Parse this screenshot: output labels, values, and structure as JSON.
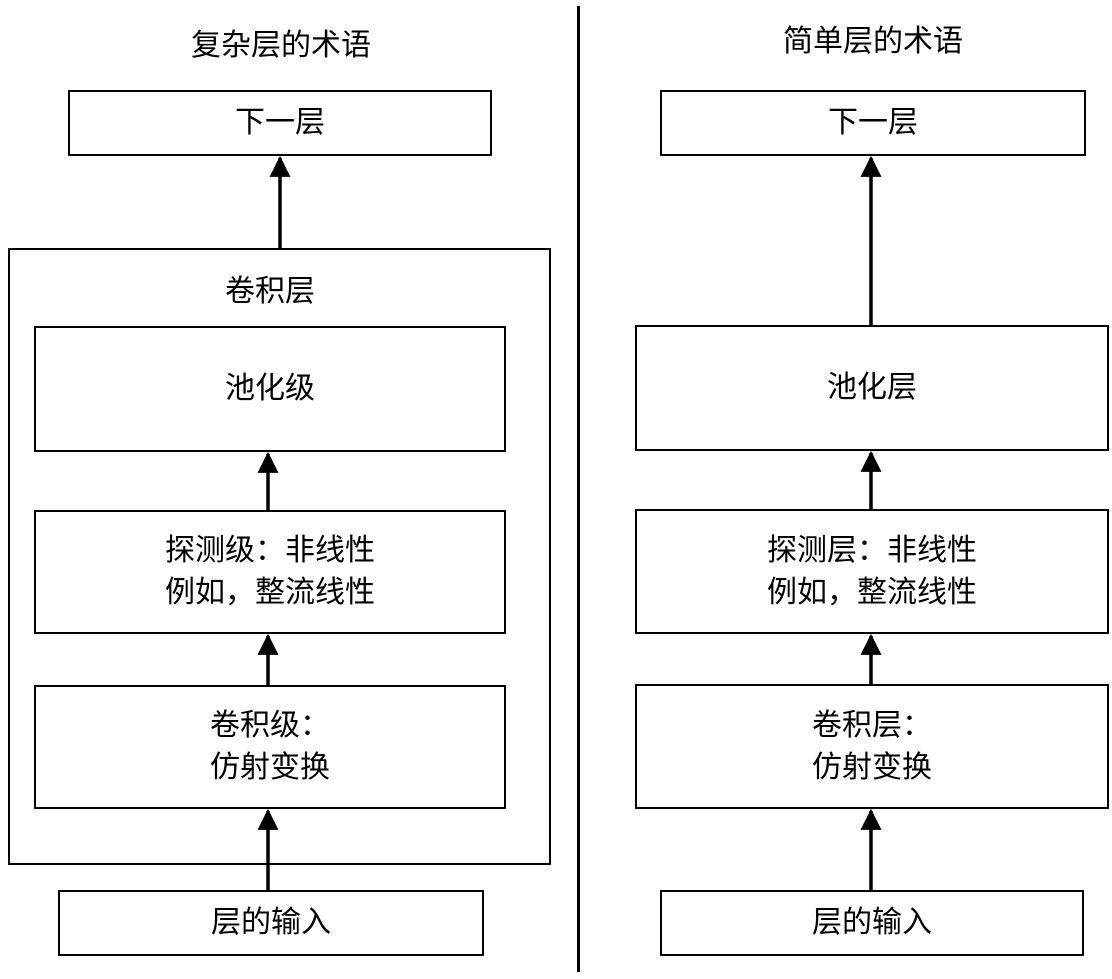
{
  "left": {
    "title": "复杂层的术语",
    "next_layer": "下一层",
    "group_label": "卷积层",
    "pooling": "池化级",
    "detector_line1": "探测级：非线性",
    "detector_line2": "例如，整流线性",
    "conv_line1": "卷积级：",
    "conv_line2": "仿射变换",
    "input": "层的输入"
  },
  "right": {
    "title": "简单层的术语",
    "next_layer": "下一层",
    "pooling": "池化层",
    "detector_line1": "探测层：非线性",
    "detector_line2": "例如，整流线性",
    "conv_line1": "卷积层：",
    "conv_line2": "仿射变换",
    "input": "层的输入"
  }
}
